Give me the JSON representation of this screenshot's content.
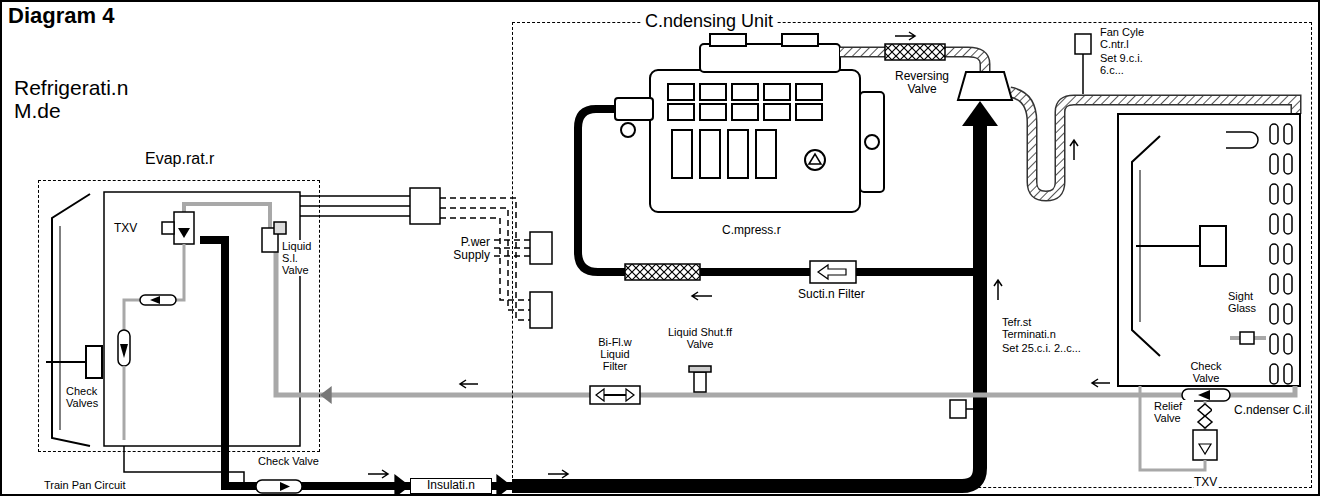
{
  "diagram": {
    "title": "Diagram 4",
    "nodes": [
      {
        "text": [
          "C.ndensing Unit"
        ]
      },
      {
        "text": [
          "Evap.rat.r"
        ]
      },
      {
        "text": [
          "Insulati.n"
        ]
      }
    ],
    "edges": [
      {
        "from": 1,
        "to": 2,
        "arrow": "to"
      },
      {
        "from": 2,
        "to": 0,
        "arrow": "to"
      },
      {
        "from": 0,
        "to": 1,
        "arrow": "to"
      }
    ],
    "labels": [
      "Refrigerati.n M.de",
      "P.wer Supply",
      "C.mpress.r",
      "Reversing Valve",
      "Fan Cyle C.ntr.l",
      "Set 9.c.i. 6.c...",
      "Sucti.n Filter",
      "Tefr.st Terminati.n",
      "Set 25.c.i. 2..c...",
      "Sight Glass",
      "C.ndenser C.il",
      "Check Valve",
      "Relief Valve",
      "TXV",
      "Liquid Shut.ff Valve",
      "Bi-Fl.w Liquid Filter",
      "Check Valve",
      "Train Pan Circuit",
      "Check Valves",
      "TXV",
      "Liquid S.l. Valve"
    ]
  }
}
